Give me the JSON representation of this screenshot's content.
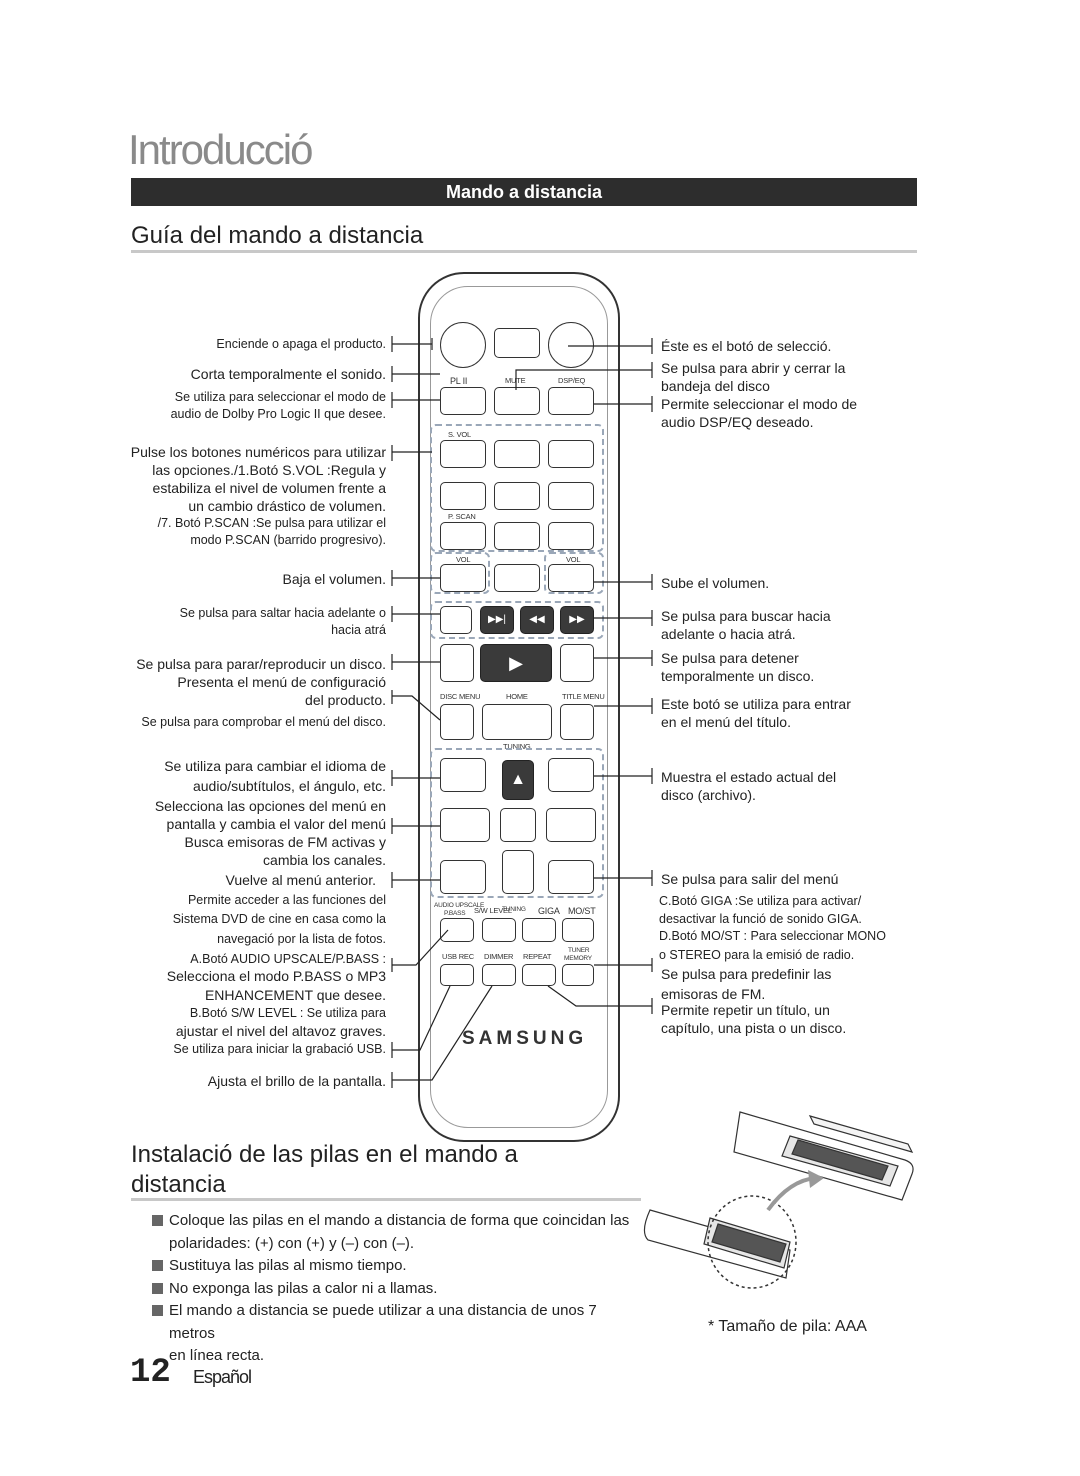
{
  "page_title": "Introducció",
  "section_bar": "Mando a distancia",
  "guide_heading": "Guía del mando a distancia",
  "left_labels": [
    "Enciende o apaga el producto.",
    "Corta temporalmente el sonido.",
    "Se utiliza para seleccionar el modo de",
    "audio de Dolby Pro Logic II que desee.",
    "Pulse los botones numéricos para utilizar",
    "las opciones./1.Botó S.VOL :Regula y",
    "estabiliza el nivel de volumen frente a",
    "un cambio drástico de volumen.",
    "/7. Botó P.SCAN :Se pulsa para utilizar el",
    "modo P.SCAN (barrido progresivo).",
    "Baja el volumen.",
    "Se pulsa para saltar hacia adelante o",
    "hacia atrá",
    "Se pulsa para parar/reproducir un disco.",
    "Presenta el menú de configuració",
    "del producto.",
    "Se pulsa para comprobar el menú del disco.",
    "Se utiliza para cambiar el idioma de",
    "audio/subtítulos, el ángulo, etc.",
    "Selecciona las opciones del menú en",
    "pantalla y cambia el valor del menú",
    "Busca emisoras de FM activas y",
    "cambia los canales.",
    "Vuelve al menú anterior.",
    "Permite acceder a las funciones del",
    "Sistema DVD de cine en casa como la",
    "navegació por la lista de fotos.",
    "A.Botó AUDIO UPSCALE/P.BASS :",
    "Selecciona el modo P.BASS o MP3",
    "ENHANCEMENT que desee.",
    "B.Botó S/W LEVEL : Se utiliza para",
    "ajustar el nivel del altavoz graves.",
    "Se utiliza para iniciar la grabació USB.",
    "Ajusta el brillo de la pantalla."
  ],
  "right_labels": [
    "Éste es el botó de selecció.",
    "Se pulsa para abrir y cerrar la",
    "bandeja del disco",
    "Permite seleccionar el modo de",
    "audio DSP/EQ deseado.",
    "Sube el volumen.",
    "Se pulsa para buscar hacia",
    "adelante o hacia atrá.",
    "Se pulsa para detener",
    "temporalmente un disco.",
    "Este botó se utiliza para entrar",
    "en el menú del título.",
    "Muestra el estado actual del",
    "disco (archivo).",
    "Se pulsa para salir del menú",
    "C.Botó GIGA :Se utiliza para activar/",
    "desactivar la funció de sonido GIGA.",
    "D.Botó MO/ST : Para seleccionar MONO",
    "o STEREO para la emisió de radio.",
    "Se pulsa para predefinir las",
    "emisoras de FM.",
    "Permite repetir un título, un",
    "capítulo, una pista o un disco."
  ],
  "remote_labels": {
    "pl2": "PL II",
    "mute": "MUTE",
    "dspeq": "DSP/EQ",
    "svol": "S. VOL",
    "pscan": "P. SCAN",
    "vol_left": "VOL",
    "vol_right": "VOL",
    "disc_menu": "DISC MENU",
    "home": "HOME",
    "title_menu": "TITLE MENU",
    "tuning": "TUNING",
    "audio_upscale": "AUDIO UPSCALE",
    "pbass": "P.BASS",
    "sw_level": "S/W LEVEL",
    "tuning2": "TUNING",
    "giga": "GIGA",
    "most": "MO/ST",
    "usb_rec": "USB REC",
    "dimmer": "DIMMER",
    "repeat": "REPEAT",
    "tuner_memory_1": "TUNER",
    "tuner_memory_2": "MEMORY",
    "brand": "SAMSUNG"
  },
  "battery_heading_line1": "Instalació de las pilas en el mando a",
  "battery_heading_line2": "distancia",
  "battery_bullets": [
    "Coloque las pilas en el mando a distancia de forma que coincidan las",
    "polaridades: (+) con (+) y (–) con (–).",
    "Sustituya las pilas al mismo tiempo.",
    "No exponga las pilas a calor ni a llamas.",
    "El mando a distancia se puede utilizar a una distancia de unos 7 metros",
    "en línea recta."
  ],
  "battery_size_note": "* Tamaño de pila: AAA",
  "page_number": "12",
  "language": "Español"
}
